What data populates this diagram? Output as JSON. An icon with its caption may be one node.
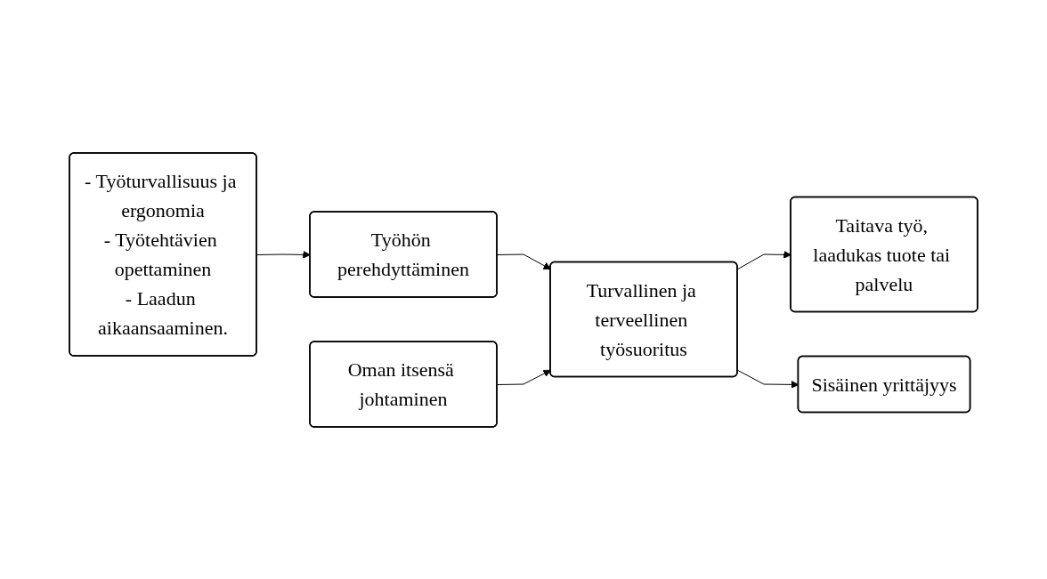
{
  "diagram": {
    "nodes": [
      {
        "text": [
          "Oman itsensä johtaminen"
        ]
      },
      {
        "text": [
          "- Työturvallisuus ja ergonomia",
          "- Työtehtävien opettaminen",
          "- Laadun aikaansaaminen."
        ]
      },
      {
        "text": [
          "Työhön perehdyttäminen"
        ]
      },
      {
        "text": [
          "Turvallinen ja terveellinen työsuoritus"
        ]
      },
      {
        "text": [
          "Taitava työ, laadukas tuote tai palvelu"
        ]
      },
      {
        "text": [
          "Sisäinen yrittäjyys"
        ]
      }
    ],
    "edges": [
      {
        "from": 1,
        "to": 2,
        "arrow": "to"
      },
      {
        "from": 2,
        "to": 3,
        "arrow": "to"
      },
      {
        "from": 0,
        "to": 3,
        "arrow": "to"
      },
      {
        "from": 3,
        "to": 4,
        "arrow": "to"
      },
      {
        "from": 3,
        "to": 5,
        "arrow": "to"
      }
    ]
  }
}
